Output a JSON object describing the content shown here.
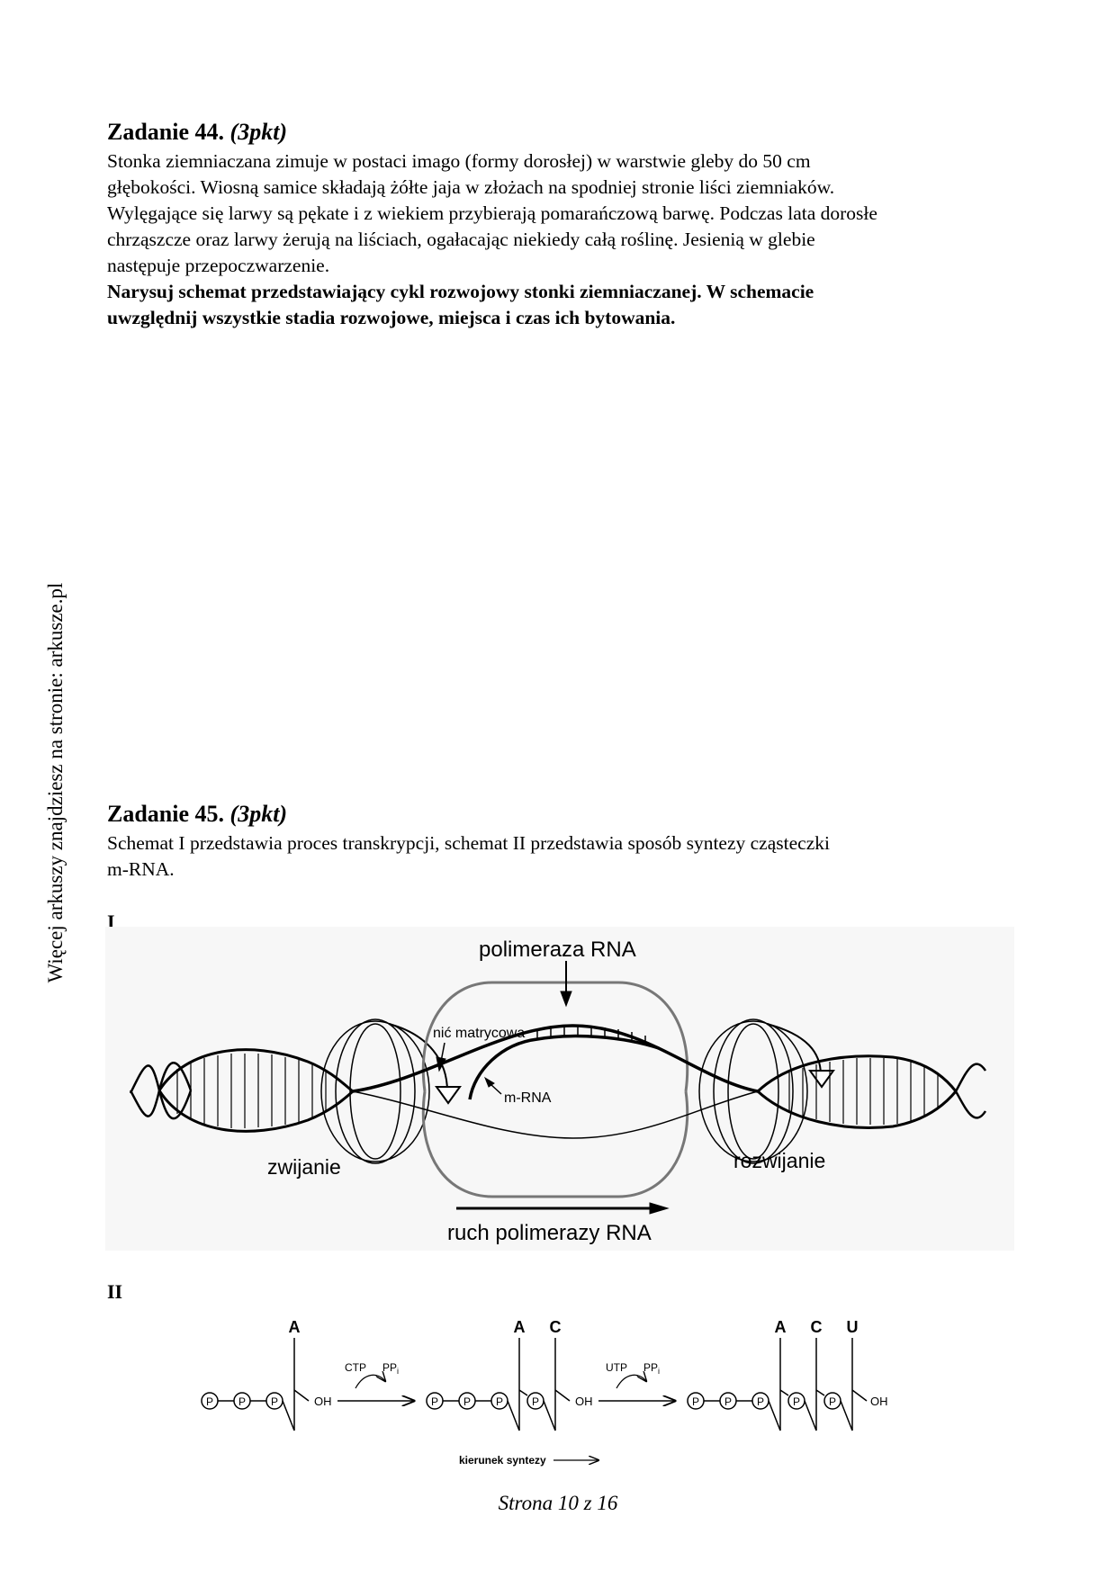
{
  "side_note": "Więcej arkuszy znajdziesz na stronie: arkusze.pl",
  "task44": {
    "title": "Zadanie 44.",
    "points": "(3pkt)",
    "lines": [
      "Stonka ziemniaczana zimuje w postaci imago (formy dorosłej) w warstwie gleby do 50 cm",
      "głębokości. Wiosną samice składają żółte jaja w złożach na spodniej stronie liści ziemniaków.",
      "Wylęgające się larwy są pękate i z wiekiem przybierają pomarańczową barwę. Podczas lata dorosłe",
      "chrząszcze oraz larwy żerują na liściach, ogałacając niekiedy całą roślinę. Jesienią w glebie",
      "następuje przepoczwarzenie."
    ],
    "instruction_lines": [
      "Narysuj schemat przedstawiający cykl rozwojowy stonki ziemniaczanej. W schemacie",
      "uwzględnij wszystkie stadia rozwojowe, miejsca i czas ich bytowania."
    ]
  },
  "task45": {
    "title": "Zadanie 45.",
    "points": "(3pkt)",
    "lines": [
      "Schemat I przedstawia proces transkrypcji, schemat II przedstawia sposób syntezy cząsteczki",
      "m-RNA."
    ],
    "schema1": {
      "label": "I",
      "polymerase": "polimeraza RNA",
      "template_strand": "nić matrycowa",
      "mrna": "m-RNA",
      "winding": "zwijanie",
      "unwinding": "rozwijanie",
      "movement": "ruch polimerazy RNA"
    },
    "schema2": {
      "label": "II",
      "phosphate": "P",
      "oh": "OH",
      "bases_1": [
        "A"
      ],
      "bases_2": [
        "A",
        "C"
      ],
      "bases_3": [
        "A",
        "C",
        "U"
      ],
      "reaction1_substrate": "CTP",
      "reaction2_substrate": "UTP",
      "pp_main": "PP",
      "pp_sub": "i",
      "direction": "kierunek syntezy"
    }
  },
  "footer": "Strona 10 z 16"
}
